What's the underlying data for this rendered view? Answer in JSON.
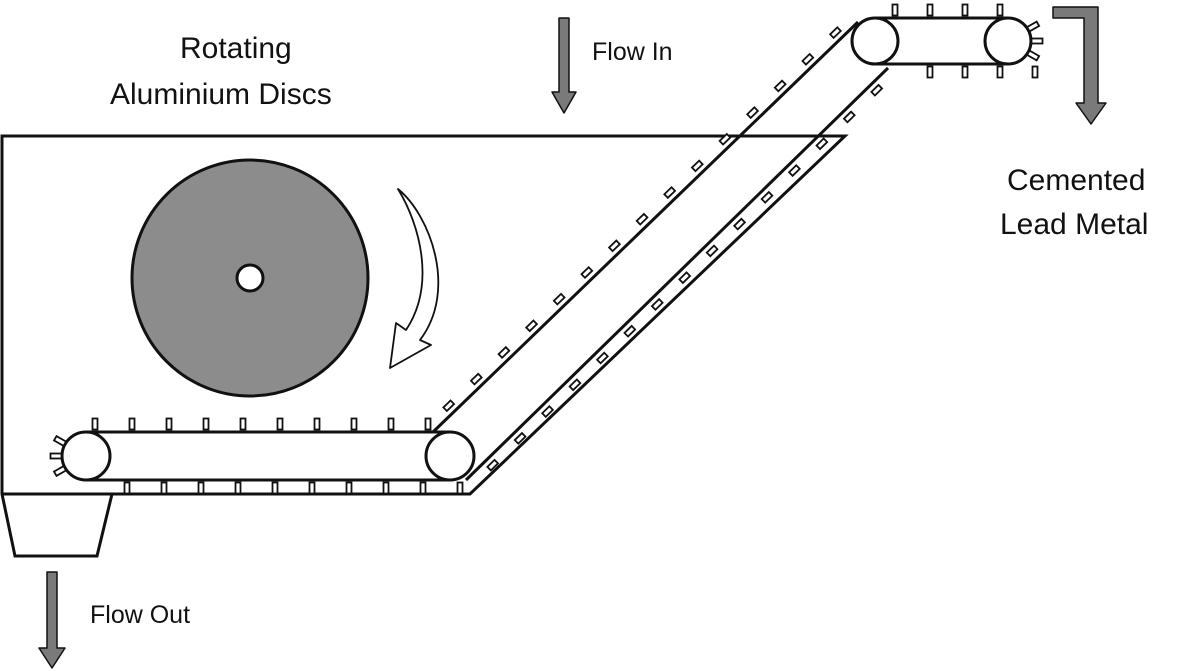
{
  "labels": {
    "discs_line1": "Rotating",
    "discs_line2": "Aluminium Discs",
    "flow_in": "Flow In",
    "cemented_line1": "Cemented",
    "cemented_line2": "Lead Metal",
    "flow_out": "Flow Out"
  },
  "colors": {
    "outline": "#111111",
    "disc_fill": "#8c8c8c",
    "arrow_fill": "#7a7a7a",
    "background": "#ffffff"
  }
}
